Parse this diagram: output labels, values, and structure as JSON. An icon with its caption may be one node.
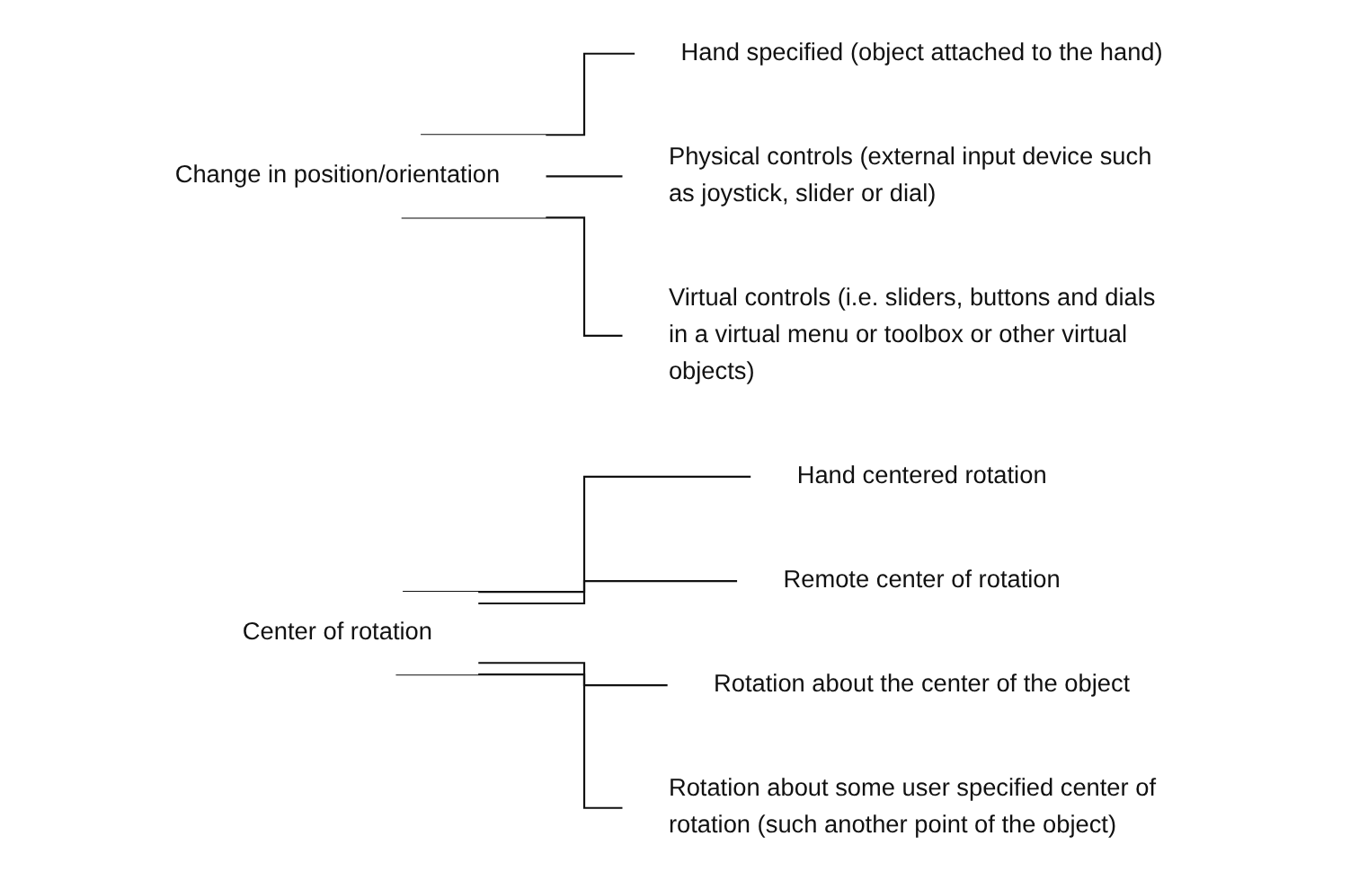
{
  "diagram": {
    "nodes": [
      {
        "text": [
          "Change in position/orientation"
        ]
      },
      {
        "text": [
          "Hand specified (object attached to the hand)"
        ]
      },
      {
        "text": [
          "Physical controls (external input device such as joystick, slider or dial)"
        ]
      },
      {
        "text": [
          "Virtual controls (i.e. sliders, buttons and dials in a virtual menu or toolbox or other virtual objects)"
        ]
      },
      {
        "text": [
          "Center of rotation"
        ]
      },
      {
        "text": [
          "Hand centered rotation"
        ]
      },
      {
        "text": [
          "Remote center of rotation"
        ]
      },
      {
        "text": [
          "Rotation about the center of the object"
        ]
      },
      {
        "text": [
          "Rotation about some user specified center of rotation (such another point of the object)"
        ]
      }
    ],
    "edges": [
      {
        "from": 0,
        "to": 1,
        "arrow": "none"
      },
      {
        "from": 0,
        "to": 2,
        "arrow": "none"
      },
      {
        "from": 0,
        "to": 3,
        "arrow": "none"
      },
      {
        "from": 4,
        "to": 5,
        "arrow": "none"
      },
      {
        "from": 4,
        "to": 6,
        "arrow": "none"
      },
      {
        "from": 4,
        "to": 7,
        "arrow": "none"
      },
      {
        "from": 4,
        "to": 8,
        "arrow": "none"
      }
    ]
  }
}
